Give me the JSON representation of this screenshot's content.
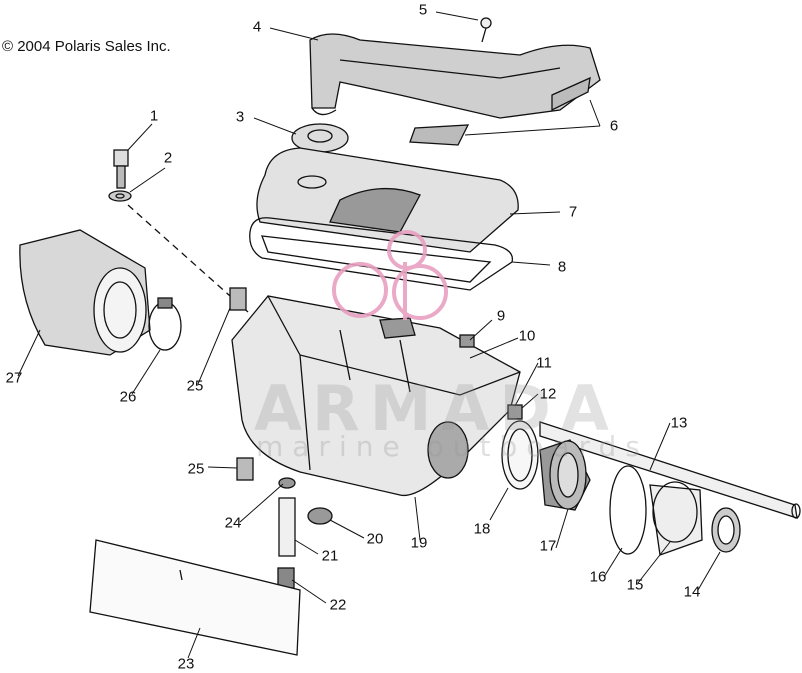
{
  "copyright": "© 2004 Polaris Sales Inc.",
  "watermark": {
    "brand": "ARMADA",
    "tagline": "marine outboards",
    "logo_color": "#e8a0c0"
  },
  "callouts": {
    "c1": "1",
    "c2": "2",
    "c3": "3",
    "c4": "4",
    "c5": "5",
    "c6": "6",
    "c7": "7",
    "c8": "8",
    "c9": "9",
    "c10": "10",
    "c11": "11",
    "c12": "12",
    "c13": "13",
    "c14": "14",
    "c15": "15",
    "c16": "16",
    "c17": "17",
    "c18": "18",
    "c19": "19",
    "c20": "20",
    "c21": "21",
    "c22": "22",
    "c23": "23",
    "c24": "24",
    "c25a": "25",
    "c25b": "25",
    "c26": "26",
    "c27": "27"
  },
  "colors": {
    "line": "#111111",
    "shade": "#8a8a8a",
    "light": "#d8d8d8"
  }
}
